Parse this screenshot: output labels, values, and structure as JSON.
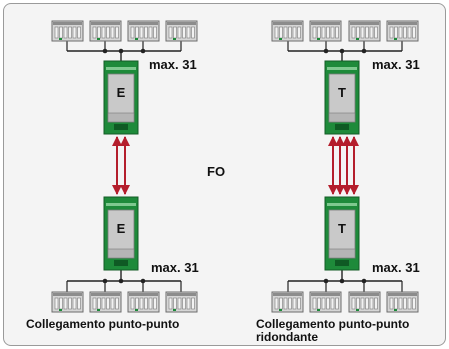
{
  "left_panel": {
    "top_count_label": "max. 31",
    "bottom_count_label": "max. 31",
    "top_converter_letter": "E",
    "bottom_converter_letter": "E",
    "caption": "Collegamento punto-punto"
  },
  "right_panel": {
    "top_count_label": "max. 31",
    "bottom_count_label": "max. 31",
    "top_converter_letter": "T",
    "bottom_converter_letter": "T",
    "caption_line1": "Collegamento punto-punto",
    "caption_line2": "ridondante"
  },
  "center_label": "FO",
  "colors": {
    "fiber": "#b41e2c",
    "converter_green": "#1e8a3a",
    "converter_body": "#c9c9c9",
    "background": "#f4f4f4"
  }
}
